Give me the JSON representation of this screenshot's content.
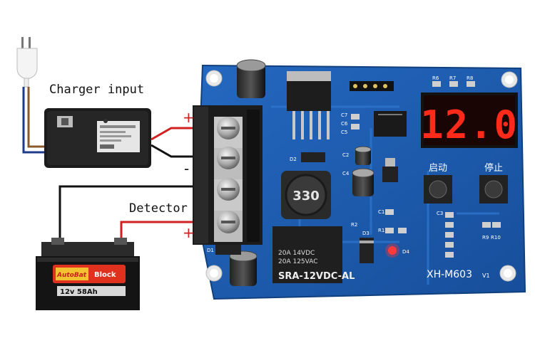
{
  "annotations": {
    "charger_input": "Charger input",
    "detector": "Detector",
    "plus_top": "+",
    "minus": "-",
    "plus_bottom": "+"
  },
  "display": {
    "reading": "12.0",
    "digit_color": "#ff2a1a"
  },
  "board": {
    "model": "XH-M603",
    "version": "V1",
    "button_start": "启动",
    "button_stop": "停止",
    "inductor": "330",
    "relay_line1": "20A 14VDC",
    "relay_line2": "20A 125VAC",
    "relay_model": "SRA-12VDC-AL",
    "component_labels": {
      "r6": "R6",
      "r7": "R7",
      "r8": "R8",
      "c7": "C7",
      "c6": "C6",
      "c5": "C5",
      "c2": "C2",
      "c4": "C4",
      "c1": "C1",
      "c3": "C3",
      "d1": "D1",
      "d2": "D2",
      "d3": "D3",
      "d4": "D4",
      "r1": "R1",
      "r2": "R2",
      "r9": "R9",
      "r10": "R10"
    },
    "colors": {
      "pcb": "#1e5fb4",
      "trace": "#2f78d0"
    }
  },
  "battery": {
    "brand": "AutoBat",
    "spec": "12v 58Ah",
    "tag": "Block"
  }
}
